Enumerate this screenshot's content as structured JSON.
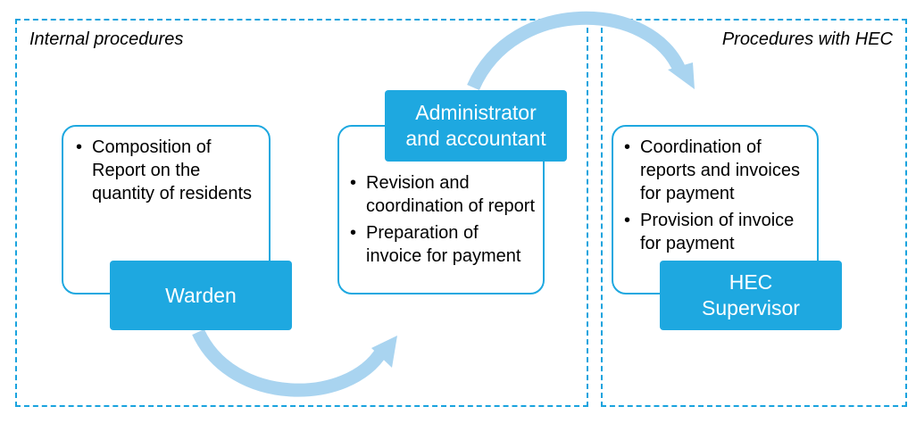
{
  "regions": {
    "internal": {
      "title": "Internal procedures"
    },
    "hec": {
      "title": "Procedures with HEC"
    }
  },
  "cards": {
    "warden": {
      "role": "Warden",
      "tasks": [
        "Composition of Report on the quantity of residents"
      ]
    },
    "admin": {
      "role": "Administrator\nand accountant",
      "tasks": [
        "Revision and coordination of report",
        "Preparation of invoice for payment"
      ]
    },
    "hec": {
      "role": "HEC\nSupervisor",
      "tasks": [
        "Coordination of reports and invoices for payment",
        "Provision of invoice for payment"
      ]
    }
  },
  "colors": {
    "accent": "#1ea8e0",
    "dashed_border": "#1aa3de",
    "arrow": "#a9d4f0"
  }
}
